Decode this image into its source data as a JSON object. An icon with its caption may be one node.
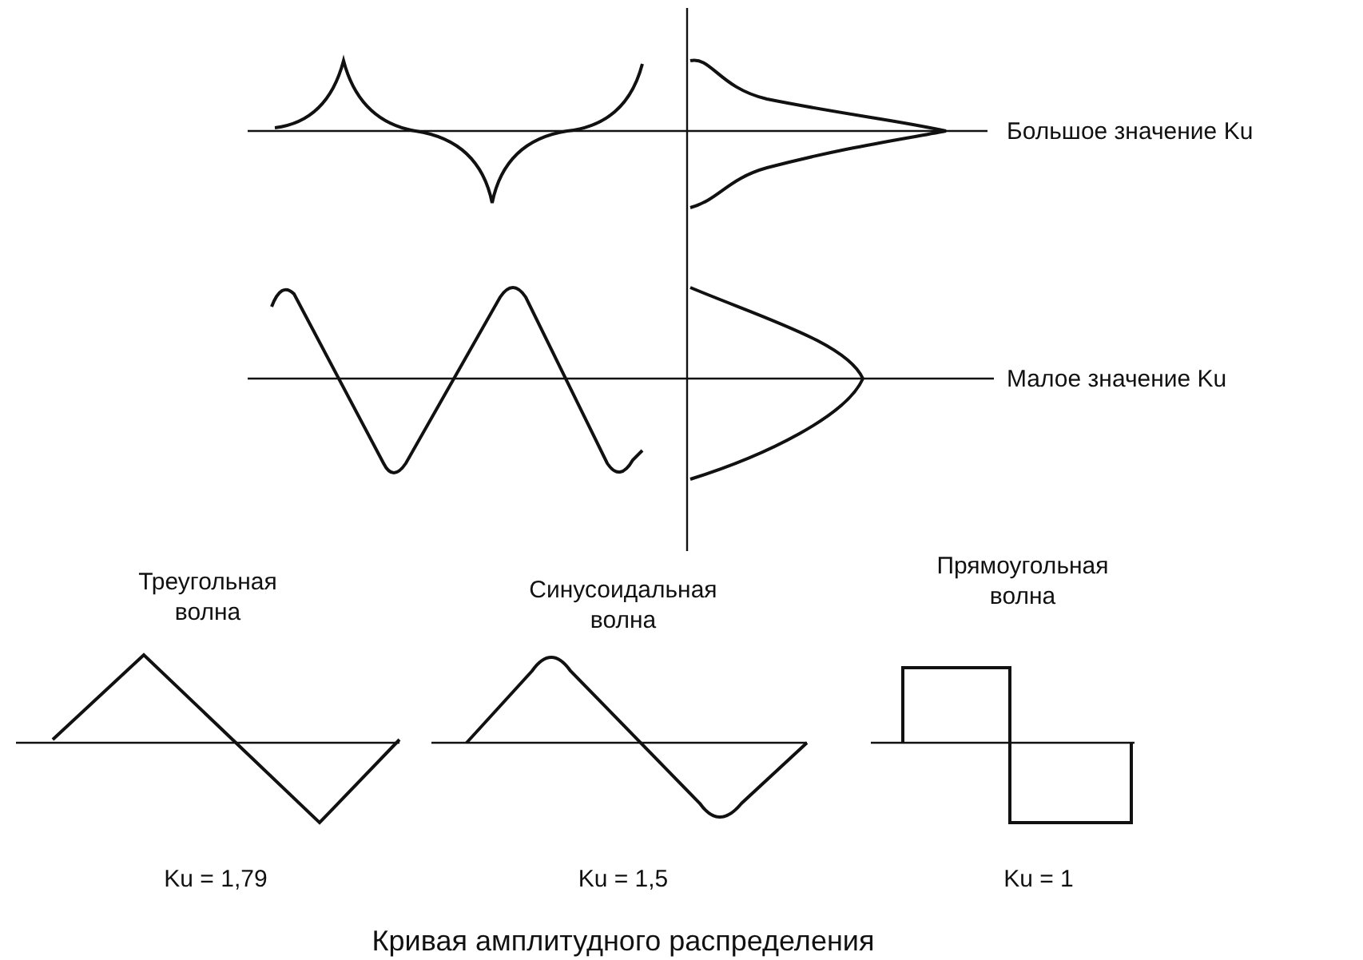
{
  "diagram": {
    "caption": "Кривая амплитудного распределения",
    "labels": [
      "Большое значение Ku",
      "Малое значение Ku",
      "Треугольная волна",
      "Синусоидальная волна",
      "Прямоугольная волна",
      "Ku = 1,79",
      "Ku = 1,5",
      "Ku = 1"
    ]
  }
}
